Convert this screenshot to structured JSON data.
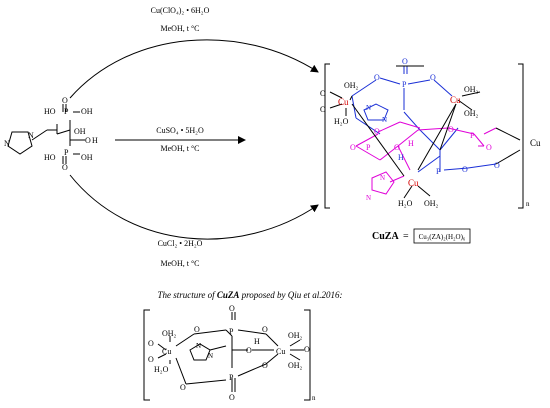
{
  "reactant": {
    "labels": [
      "HO",
      "P",
      "O",
      "OH",
      "OH",
      "O",
      "H",
      "P",
      "O",
      "HO",
      "OH",
      "N",
      "N"
    ]
  },
  "conditions": {
    "top": {
      "reagent": "Cu(ClO₄)₂ • 6H₂O",
      "solvent": "MeOH, t °C"
    },
    "middle": {
      "reagent": "CuSO₄ • 5H₂O",
      "solvent": "MeOH, t °C"
    },
    "bottom": {
      "reagent": "CuCl₂ • 2H₂O",
      "solvent": "MeOH, t °C"
    }
  },
  "product": {
    "name": "CuZA",
    "equals": "=",
    "formula": "Cu₃(ZA)₂(H₂O)₆",
    "subscript_n": "n",
    "labels": {
      "cu": [
        "Cu",
        "Cu",
        "Cu"
      ],
      "cu_outer": "Cu",
      "o_all": "O",
      "oh2": "OH₂",
      "h2o": "H₂O",
      "p": "P",
      "h": "H",
      "n": "N"
    }
  },
  "caption": {
    "prefix": "The structure of ",
    "name": "CuZA",
    "suffix": " proposed by Qiu et al.2016:"
  },
  "qiu": {
    "subscript_n": "n",
    "labels": {
      "cu": "Cu",
      "o": "O",
      "oh2": "OH₂",
      "h2o": "H₂O",
      "p": "P",
      "h": "H",
      "n": "N"
    }
  },
  "colors": {
    "copper": "#d40000",
    "phosphonate_a": "#e000d8",
    "phosphonate_b": "#1a2fd6",
    "ink": "#000000"
  }
}
